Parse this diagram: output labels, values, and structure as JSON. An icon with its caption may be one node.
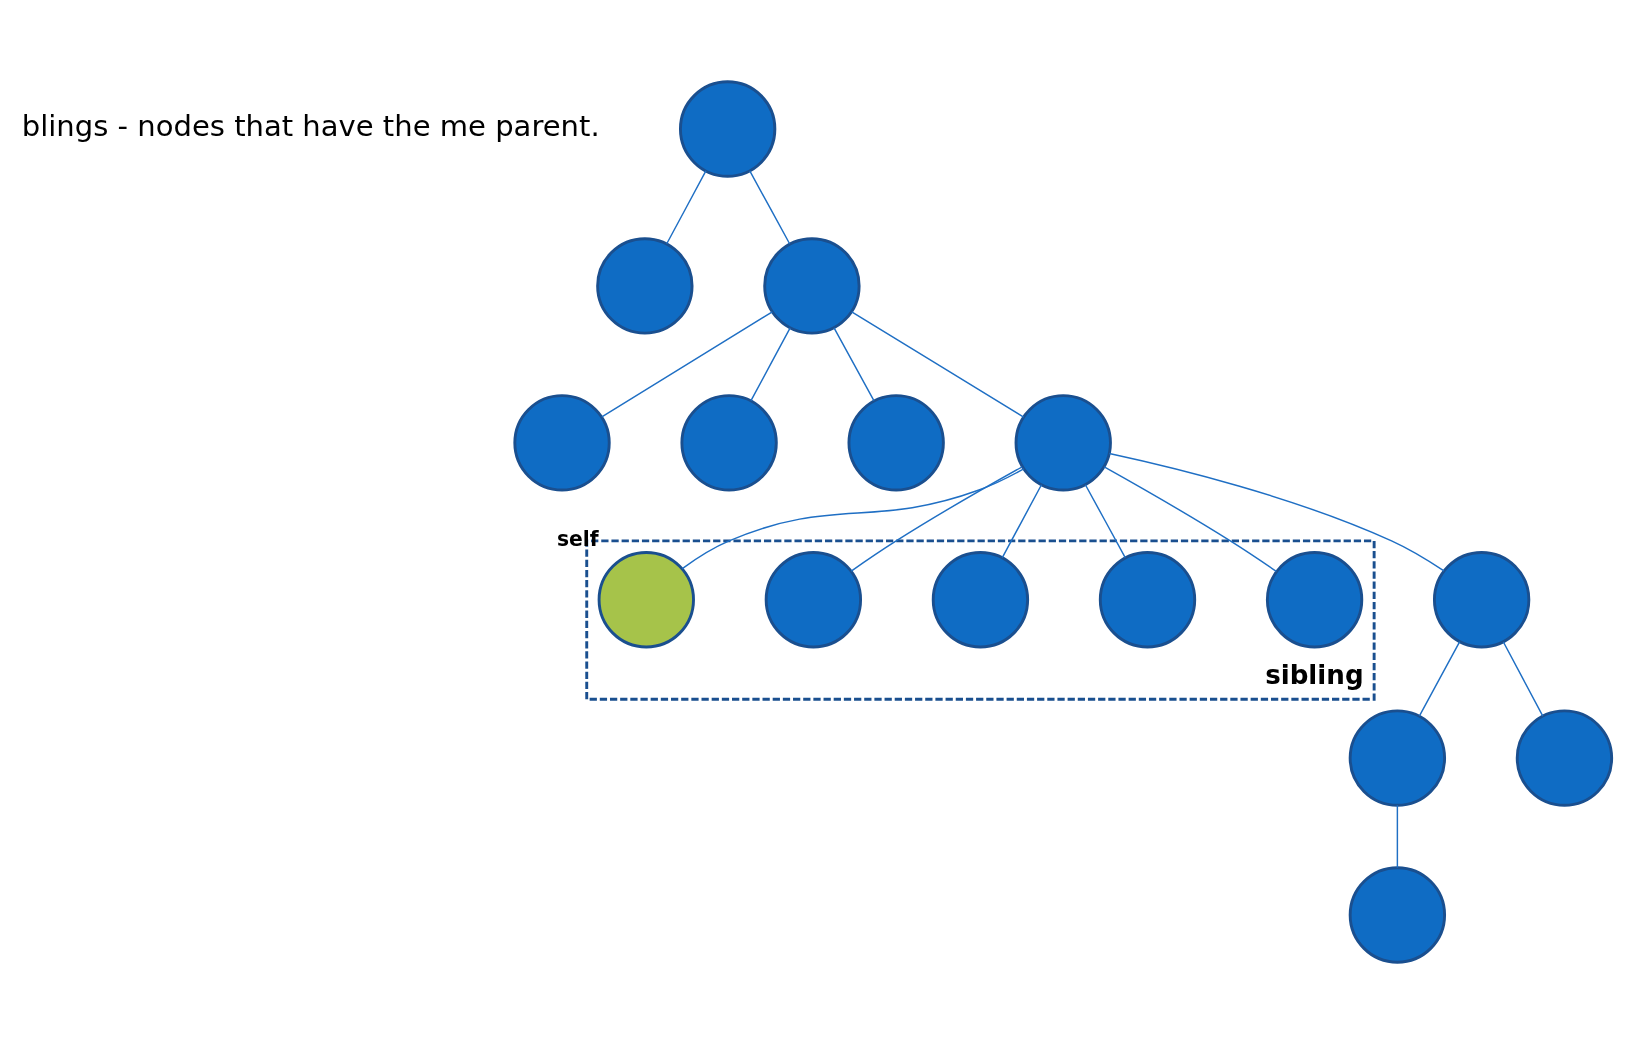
{
  "diagram": {
    "nodes": [
      {
        "text": [],
        "shape": "circle"
      },
      {
        "text": [],
        "shape": "circle"
      },
      {
        "text": [],
        "shape": "circle"
      },
      {
        "text": [],
        "shape": "circle"
      },
      {
        "text": [],
        "shape": "circle"
      },
      {
        "text": [],
        "shape": "circle"
      },
      {
        "text": [],
        "shape": "circle"
      },
      {
        "text": [
          "sibling"
        ]
      },
      {
        "text": [],
        "shape": "circle",
        "in": 7,
        "beside": [
          "self"
        ]
      },
      {
        "text": [],
        "shape": "circle",
        "in": 7
      },
      {
        "text": [],
        "shape": "circle",
        "in": 7
      },
      {
        "text": [],
        "shape": "circle",
        "in": 7
      },
      {
        "text": [],
        "shape": "circle",
        "in": 7
      },
      {
        "text": [],
        "shape": "circle"
      },
      {
        "text": [],
        "shape": "circle"
      },
      {
        "text": [],
        "shape": "circle"
      },
      {
        "text": [],
        "shape": "circle"
      }
    ],
    "edges": [
      {
        "from": 0,
        "to": 1,
        "arrow": "none"
      },
      {
        "from": 0,
        "to": 2,
        "arrow": "none"
      },
      {
        "from": 2,
        "to": 3,
        "arrow": "none"
      },
      {
        "from": 2,
        "to": 4,
        "arrow": "none"
      },
      {
        "from": 2,
        "to": 5,
        "arrow": "none"
      },
      {
        "from": 2,
        "to": 6,
        "arrow": "none"
      },
      {
        "from": 6,
        "to": 8,
        "arrow": "none"
      },
      {
        "from": 6,
        "to": 9,
        "arrow": "none"
      },
      {
        "from": 6,
        "to": 10,
        "arrow": "none"
      },
      {
        "from": 6,
        "to": 11,
        "arrow": "none"
      },
      {
        "from": 6,
        "to": 12,
        "arrow": "none"
      },
      {
        "from": 6,
        "to": 13,
        "arrow": "none"
      },
      {
        "from": 13,
        "to": 14,
        "arrow": "none"
      },
      {
        "from": 13,
        "to": 15,
        "arrow": "none"
      },
      {
        "from": 14,
        "to": 16,
        "arrow": "none"
      }
    ],
    "labels": [
      "blings - nodes that have the me parent."
    ]
  }
}
